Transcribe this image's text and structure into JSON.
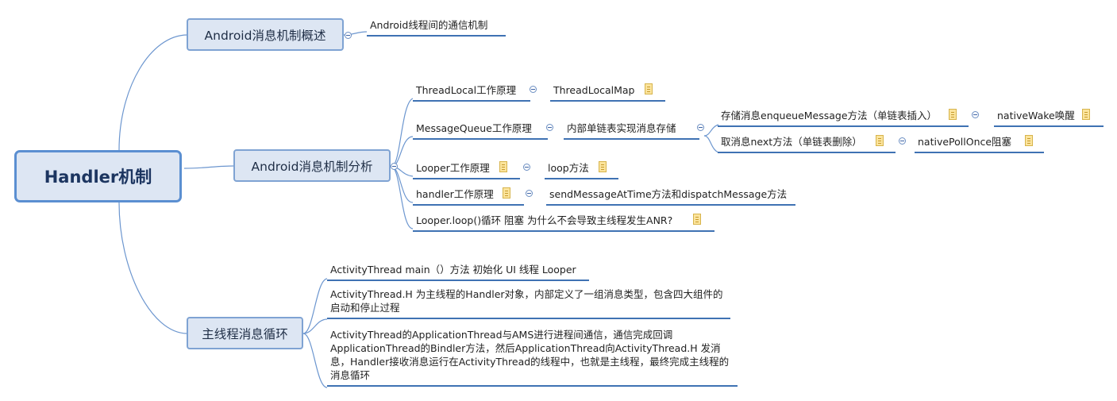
{
  "root": {
    "label": "Handler机制"
  },
  "branches": {
    "overview": {
      "label": "Android消息机制概述",
      "leaf": "Android线程间的通信机制"
    },
    "analysis": {
      "label": "Android消息机制分析",
      "threadlocal": {
        "label": "ThreadLocal工作原理",
        "child": "ThreadLocalMap"
      },
      "messagequeue": {
        "label": "MessageQueue工作原理",
        "child": "内部单链表实现消息存储",
        "enqueue": "存储消息enqueueMessage方法（单链表插入）",
        "enqueue_child": "nativeWake唤醒",
        "next": "取消息next方法（单链表删除）",
        "next_child": "nativePollOnce阻塞"
      },
      "looper": {
        "label": "Looper工作原理",
        "child": "loop方法"
      },
      "handler": {
        "label": "handler工作原理",
        "child": "sendMessageAtTime方法和dispatchMessage方法"
      },
      "anr": {
        "label": "Looper.loop()循环 阻塞 为什么不会导致主线程发生ANR?"
      }
    },
    "mainloop": {
      "label": "主线程消息循环",
      "item1": "ActivityThread main（）方法 初始化 UI 线程 Looper",
      "item2": "ActivityThread.H 为主线程的Handler对象，内部定义了一组消息类型，包含四大组件的启动和停止过程",
      "item3": "ActivityThread的ApplicationThread与AMS进行进程间通信，通信完成回调ApplicationThread的Bindler方法，然后ApplicationThread向ActivityThread.H 发消息，Handler接收消息运行在ActivityThread的线程中，也就是主线程，最终完成主线程的消息循环"
    }
  },
  "colors": {
    "root_fill": "#dde6f3",
    "root_border": "#5b8fd1",
    "branch_border": "#7fa3d3",
    "link": "#5b8fd1",
    "underline": "#3f72b3",
    "note": "#fbe49d"
  }
}
